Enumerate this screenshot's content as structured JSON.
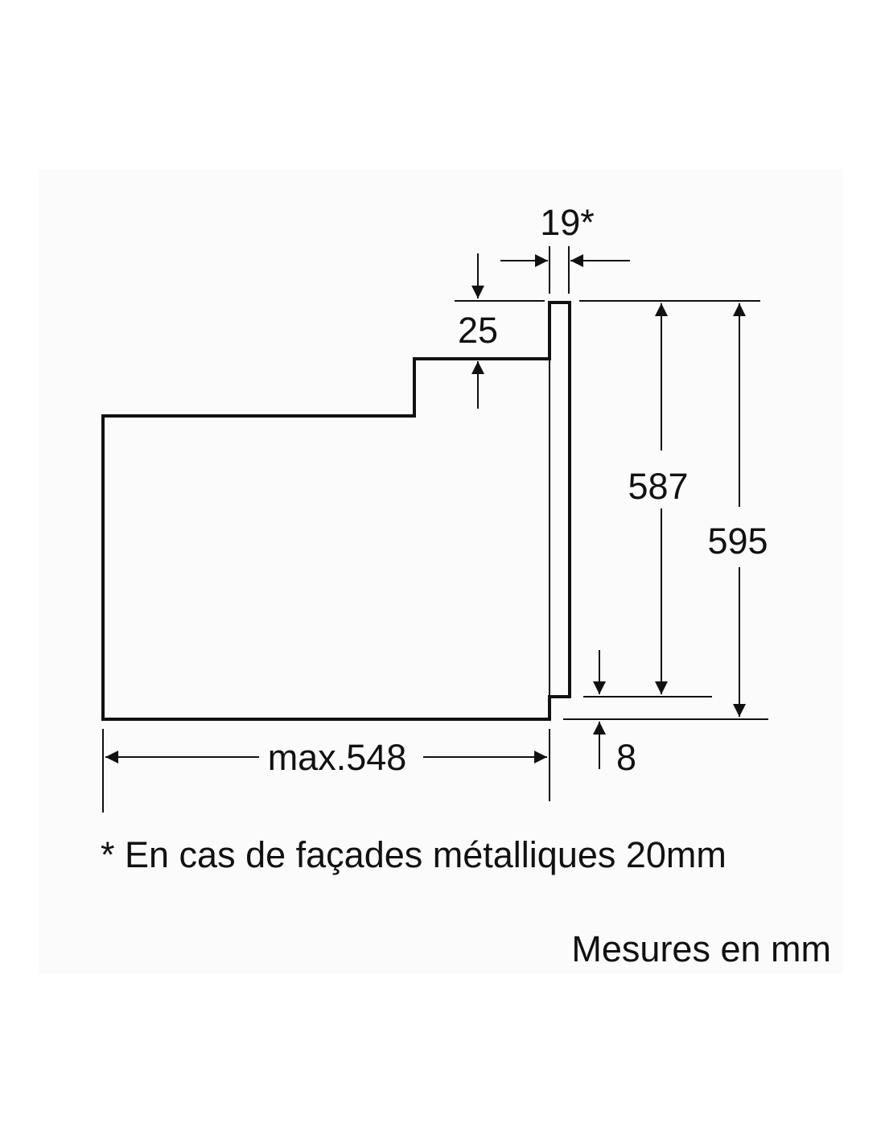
{
  "dimensions": {
    "niche_depth": "max.548",
    "front_thickness": "19*",
    "top_step": "25",
    "inner_height": "587",
    "total_height": "595",
    "bottom_offset": "8"
  },
  "notes": {
    "footnote": "* En cas de façades métalliques 20mm",
    "units": "Mesures en mm"
  },
  "colors": {
    "background": "#ffffff",
    "panel": "#fbfbfb",
    "line": "#111111"
  }
}
